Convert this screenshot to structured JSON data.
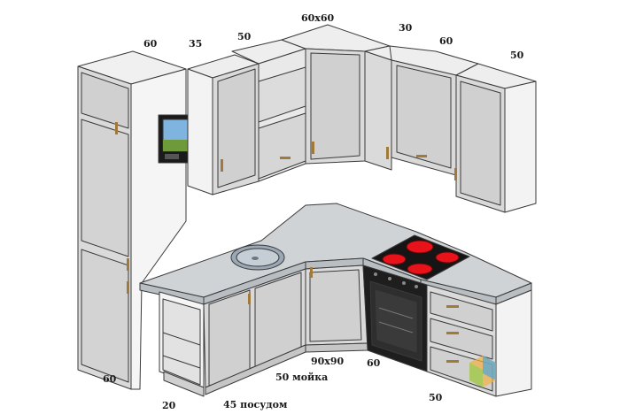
{
  "dimension_labels": {
    "tall_width": "60",
    "wall_35": "35",
    "wall_50_left": "50",
    "corner_wall": "60x60",
    "wall_30": "30",
    "wall_60": "60",
    "wall_50_right": "50",
    "tall_depth": "60",
    "base_20": "20",
    "base_45_dish": "45 посудом",
    "base_50_sink": "50 мойка",
    "base_corner": "90x90",
    "base_60_oven": "60",
    "base_50_drawers": "50"
  },
  "colors": {
    "cabinet_front": "#d9d9d9",
    "cabinet_side": "#f2f2f2",
    "countertop": "#cfd3d6",
    "outline": "#3a3a3a",
    "handle": "#a07a3a",
    "hob": "#151515",
    "burner": "#e8121b",
    "oven": "#1e1e1e",
    "sink": "#9aa7b4"
  }
}
